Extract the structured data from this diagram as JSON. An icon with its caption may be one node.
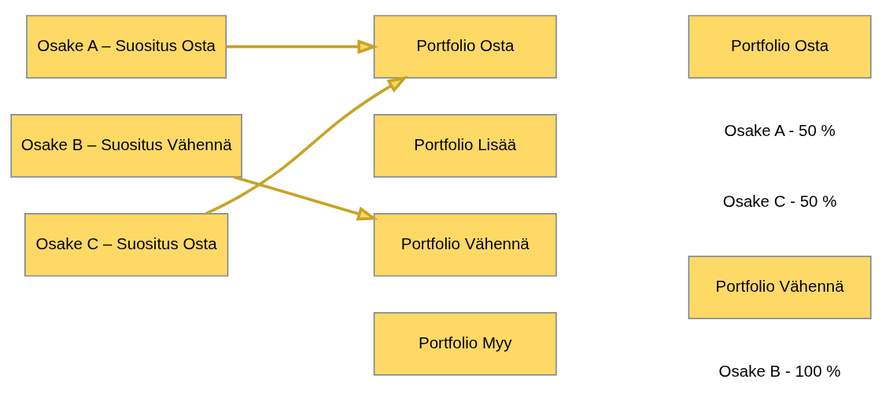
{
  "diagram": {
    "nodes": [
      {
        "text": [
          "Osake A – Suositus Osta"
        ]
      },
      {
        "text": [
          "Osake B – Suositus Vähennä"
        ]
      },
      {
        "text": [
          "Osake C – Suositus Osta"
        ]
      },
      {
        "text": [
          "Portfolio Osta"
        ]
      },
      {
        "text": [
          "Portfolio Lisää"
        ]
      },
      {
        "text": [
          "Portfolio Vähennä"
        ]
      },
      {
        "text": [
          "Portfolio Myy"
        ]
      },
      {
        "text": [
          "Portfolio Osta"
        ]
      },
      {
        "text": [
          "Portfolio Vähennä"
        ]
      }
    ],
    "edges": [
      {
        "from": 0,
        "to": 3,
        "arrow": "to"
      },
      {
        "from": 1,
        "to": 5,
        "arrow": "to"
      },
      {
        "from": 2,
        "to": 3,
        "arrow": "to"
      }
    ],
    "labels": [
      "Osake A - 50 %",
      "Osake C - 50 %",
      "Osake B - 100 %"
    ]
  }
}
